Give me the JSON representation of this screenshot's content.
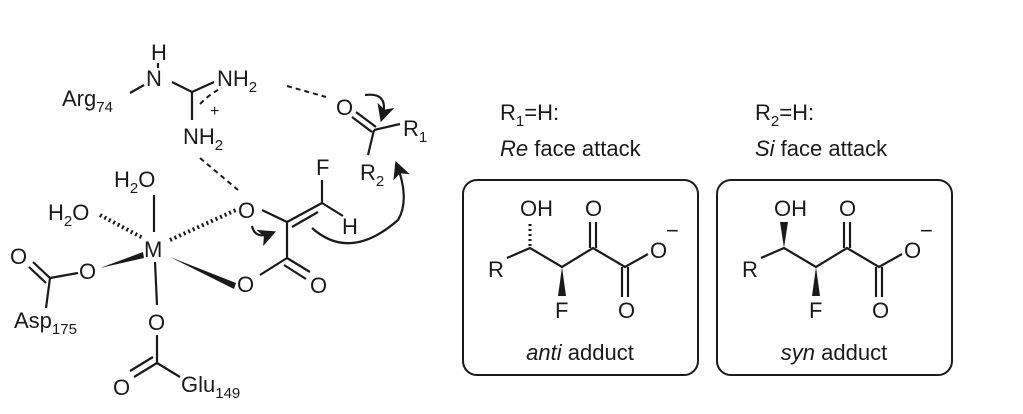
{
  "mechanism": {
    "arg": {
      "name": "Arg",
      "num": "74"
    },
    "nh_h": "H",
    "nh_n": "N",
    "nh2_top": {
      "n": "NH",
      "sub": "2"
    },
    "nh2_bottom": {
      "n": "NH",
      "sub": "2"
    },
    "plus": "+",
    "carbonyl_o": "O",
    "r1": {
      "r": "R",
      "sub": "1"
    },
    "r2": {
      "r": "R",
      "sub": "2"
    },
    "fluorine": "F",
    "vinyl_h": "H",
    "water_top": {
      "h": "H",
      "sub": "2",
      "o": "O"
    },
    "water_left": {
      "h": "H",
      "sub": "2",
      "o": "O"
    },
    "metal": "M",
    "enolate_o": "O",
    "carboxylate_o": "O",
    "carboxylate_o2": "O",
    "asp_o": "O",
    "asp_o2": "O",
    "asp": {
      "name": "Asp",
      "num": "175"
    },
    "glu_o": "O",
    "glu_o2": "O",
    "glu": {
      "name": "Glu",
      "num": "149"
    }
  },
  "panels": [
    {
      "condition": {
        "r": "R",
        "sub": "1",
        "rest": "=H:"
      },
      "face": {
        "italic": "Re",
        "rest": " face attack"
      },
      "product": {
        "oh": "OH",
        "ketone_o": "O",
        "r": "R",
        "f": "F",
        "o_minus": "O",
        "minus": "−",
        "o_bottom": "O"
      },
      "caption": {
        "italic": "anti",
        "rest": " adduct"
      }
    },
    {
      "condition": {
        "r": "R",
        "sub": "2",
        "rest": "=H:"
      },
      "face": {
        "italic": "Si",
        "rest": " face attack"
      },
      "product": {
        "oh": "OH",
        "ketone_o": "O",
        "r": "R",
        "f": "F",
        "o_minus": "O",
        "minus": "−",
        "o_bottom": "O"
      },
      "caption": {
        "italic": "syn",
        "rest": " adduct"
      }
    }
  ]
}
